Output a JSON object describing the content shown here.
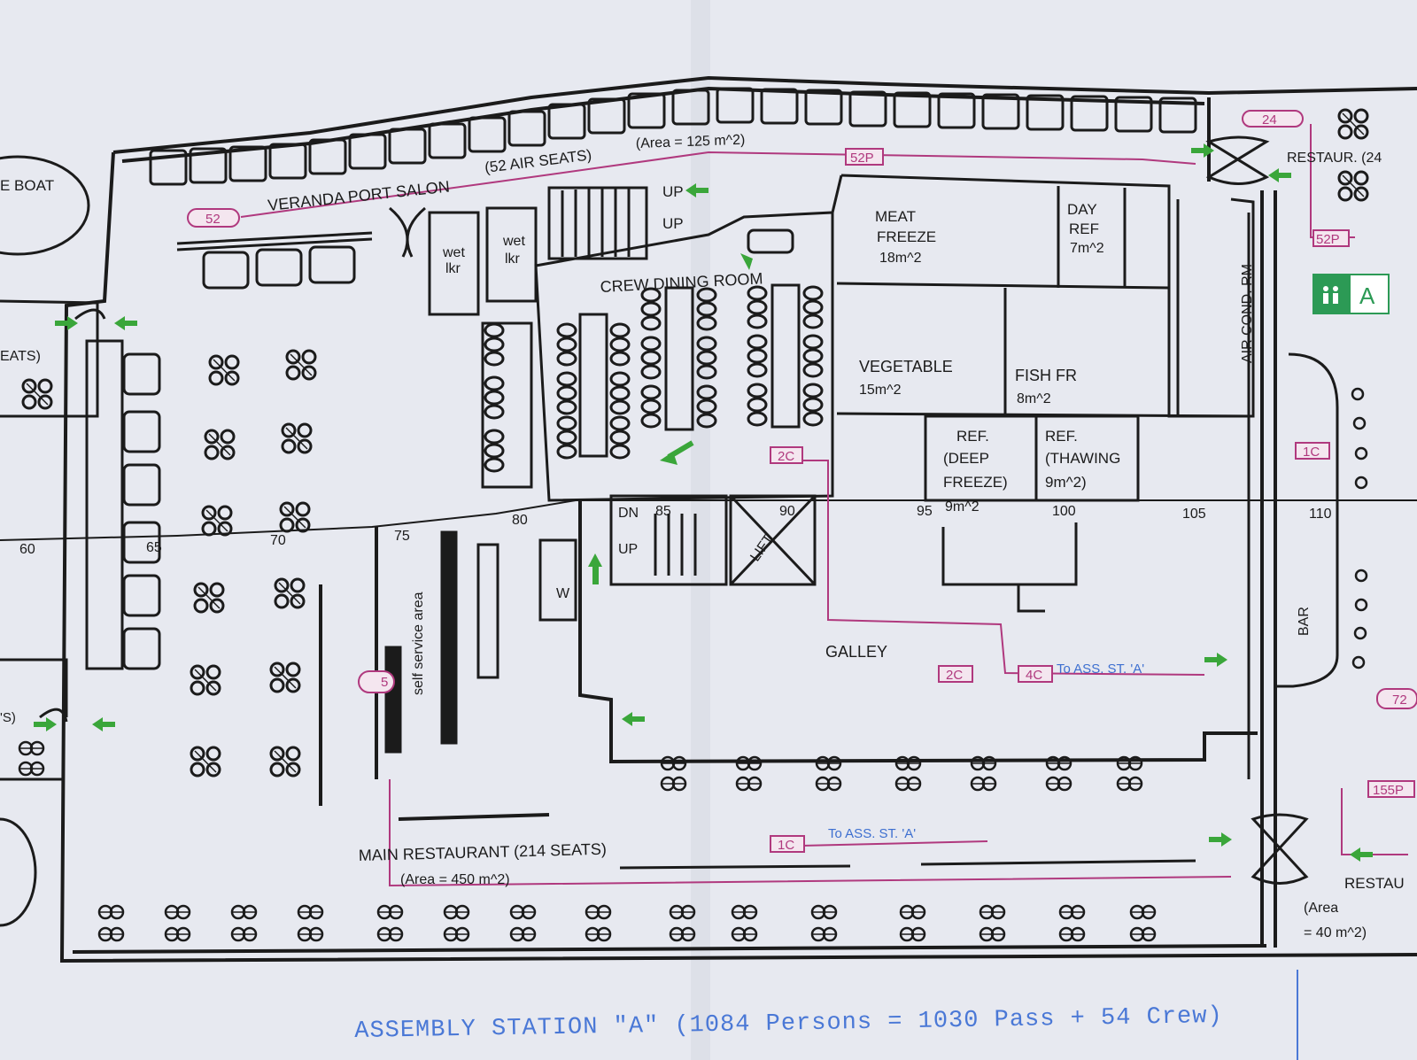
{
  "labels": {
    "lifeboat": "E BOAT",
    "veranda": "VERANDA PORT SALON",
    "air_seats": "(52 AIR SEATS)",
    "veranda_area": "(Area = 125 m^2)",
    "up1": "UP",
    "up2": "UP",
    "wet_lkr": "wet",
    "lkr": "lkr",
    "crew_dining": "CREW DINING ROOM",
    "meat_freeze": "MEAT",
    "meat_freeze2": "FREEZE",
    "meat_area": "18m^2",
    "day_ref": "DAY",
    "day_ref2": "REF",
    "day_area": "7m^2",
    "air_cond": "AIR COND. RM",
    "vegetable": "VEGETABLE",
    "veg_area": "15m^2",
    "fish": "FISH FR",
    "fish_area": "8m^2",
    "ref_deep1": "REF.",
    "ref_deep2": "(DEEP",
    "ref_deep3": "FREEZE)",
    "ref_deep_area": "9m^2",
    "ref_thaw1": "REF.",
    "ref_thaw2": "(THAWING",
    "ref_thaw3": "9m^2)",
    "dn": "DN",
    "up3": "UP",
    "lift": "LIFT",
    "w": "W",
    "self_service": "self service area",
    "galley": "GALLEY",
    "bar": "BAR",
    "main_restaurant": "MAIN RESTAURANT (214 SEATS)",
    "main_area": "(Area = 450 m^2)",
    "restaur_top": "RESTAUR. (24",
    "restau_bottom": "RESTAU",
    "restau_area1": "(Area",
    "restau_area2": "= 40 m^2)",
    "left_seats": "EATS)",
    "left_s": "'S)",
    "to_ass_1": "To ASS. ST. 'A'",
    "to_ass_2": "To ASS. ST. 'A'",
    "footer": "ASSEMBLY STATION \"A\" (1084 Persons = 1030 Pass + 54 Crew)"
  },
  "frames": {
    "f60": "60",
    "f65": "65",
    "f70": "70",
    "f75": "75",
    "f80": "80",
    "f85": "85",
    "f90": "90",
    "f95": "95",
    "f100": "100",
    "f105": "105",
    "f110": "110"
  },
  "tags": {
    "t52": "52",
    "t52p": "52P",
    "t24": "24",
    "t52p_r": "52P",
    "t2c_a": "2C",
    "t2c_b": "2C",
    "t4c": "4C",
    "t1c_r": "1C",
    "t1c_b": "1C",
    "t155": "155P",
    "t72": "72",
    "t5": "5"
  },
  "sign": {
    "letter": "A"
  },
  "colors": {
    "paper": "#e7e9f0",
    "line": "#1b1b1b",
    "route": "#b0397e",
    "arrow": "#3aa63a",
    "note": "#3d6fd0"
  }
}
